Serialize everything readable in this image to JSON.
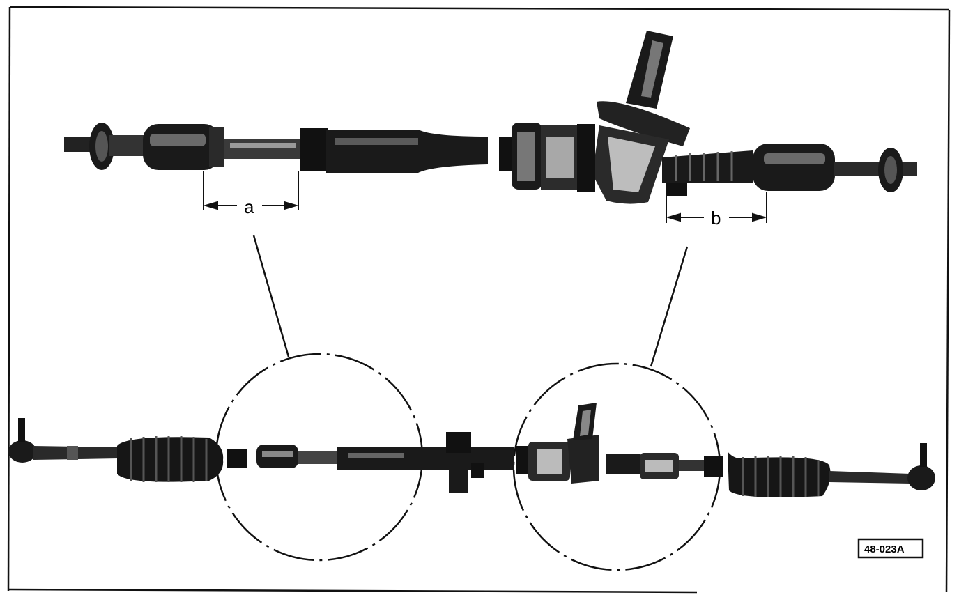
{
  "labels": {
    "dimension_a": "a",
    "dimension_b": "b",
    "figure_reference": "48-023A"
  },
  "colors": {
    "ink": "#111111",
    "background": "#ffffff"
  },
  "parts": {
    "upper_left_detail": "tie-rod-inner-joint-closeup",
    "upper_right_detail": "steering-gear-housing-closeup",
    "lower_assembly": "rack-and-pinion-steering-gear"
  }
}
